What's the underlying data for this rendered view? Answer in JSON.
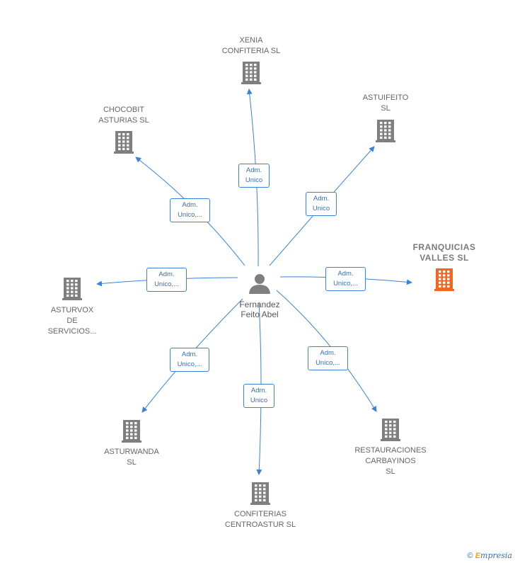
{
  "center": {
    "name_line1": "Fernandez",
    "name_line2": "Feito Abel",
    "icon": "person-icon"
  },
  "nodes": [
    {
      "id": "xenia",
      "lines": [
        "XENIA",
        "CONFITERIA SL"
      ],
      "icon": "building-icon",
      "highlight": false
    },
    {
      "id": "astuifeito",
      "lines": [
        "ASTUIFEITO",
        "SL"
      ],
      "icon": "building-icon",
      "highlight": false
    },
    {
      "id": "franquicias",
      "lines": [
        "FRANQUICIAS",
        "VALLES  SL"
      ],
      "icon": "building-icon",
      "highlight": true
    },
    {
      "id": "restauraciones",
      "lines": [
        "RESTAURACIONES",
        "CARBAYINOS",
        "SL"
      ],
      "icon": "building-icon",
      "highlight": false
    },
    {
      "id": "confiterias",
      "lines": [
        "CONFITERIAS",
        "CENTROASTUR SL"
      ],
      "icon": "building-icon",
      "highlight": false
    },
    {
      "id": "asturwanda",
      "lines": [
        "ASTURWANDA",
        "SL"
      ],
      "icon": "building-icon",
      "highlight": false
    },
    {
      "id": "asturvox",
      "lines": [
        "ASTURVOX",
        "DE",
        "SERVICIOS..."
      ],
      "icon": "building-icon",
      "highlight": false
    },
    {
      "id": "chocobit",
      "lines": [
        "CHOCOBIT",
        "ASTURIAS SL"
      ],
      "icon": "building-icon",
      "highlight": false
    }
  ],
  "edges": [
    {
      "to": "xenia",
      "lines": [
        "Adm.",
        "Unico"
      ]
    },
    {
      "to": "astuifeito",
      "lines": [
        "Adm.",
        "Unico"
      ]
    },
    {
      "to": "franquicias",
      "lines": [
        "Adm.",
        "Unico,..."
      ]
    },
    {
      "to": "restauraciones",
      "lines": [
        "Adm.",
        "Unico,..."
      ]
    },
    {
      "to": "confiterias",
      "lines": [
        "Adm.",
        "Unico"
      ]
    },
    {
      "to": "asturwanda",
      "lines": [
        "Adm.",
        "Unico,..."
      ]
    },
    {
      "to": "asturvox",
      "lines": [
        "Adm.",
        "Unico,..."
      ]
    },
    {
      "to": "chocobit",
      "lines": [
        "Adm.",
        "Unico,..."
      ]
    }
  ],
  "colors": {
    "edge": "#3b82d4",
    "building": "#7f7f7f",
    "building_highlight": "#f26522",
    "person": "#7f7f7f"
  },
  "footer": {
    "copyright": "©",
    "brand_initial": "E",
    "brand_rest": "mpresia"
  }
}
